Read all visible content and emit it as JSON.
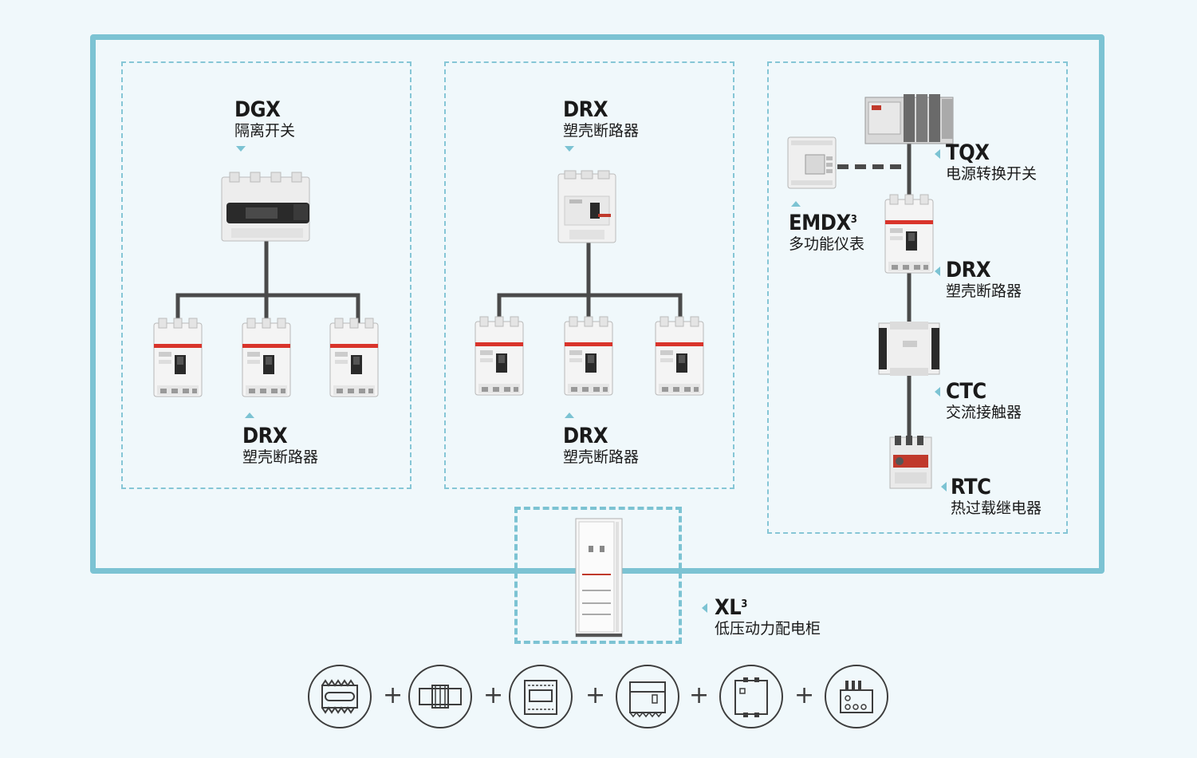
{
  "groups": {
    "left": {
      "top": {
        "code": "DGX",
        "name": "隔离开关"
      },
      "bottom": {
        "code": "DRX",
        "name": "塑壳断路器"
      }
    },
    "middle": {
      "top": {
        "code": "DRX",
        "name": "塑壳断路器"
      },
      "bottom": {
        "code": "DRX",
        "name": "塑壳断路器"
      }
    },
    "right": {
      "tqx": {
        "code": "TQX",
        "name": "电源转换开关"
      },
      "emdx": {
        "code": "EMDX",
        "sup": "3",
        "name": "多功能仪表"
      },
      "drx": {
        "code": "DRX",
        "name": "塑壳断路器"
      },
      "ctc": {
        "code": "CTC",
        "name": "交流接触器"
      },
      "rtc": {
        "code": "RTC",
        "name": "热过载继电器"
      }
    }
  },
  "cabinet": {
    "code": "XL",
    "sup": "3",
    "name": "低压动力配电柜"
  },
  "bottom_icons": [
    "isolator-icon",
    "breaker-icon",
    "meter-icon",
    "modular-device-icon",
    "contactor-icon",
    "relay-icon"
  ],
  "plus_sign": "+",
  "colors": {
    "accent": "#7cc3d3",
    "line": "#4a4a4a",
    "background": "#f0f8fb"
  }
}
